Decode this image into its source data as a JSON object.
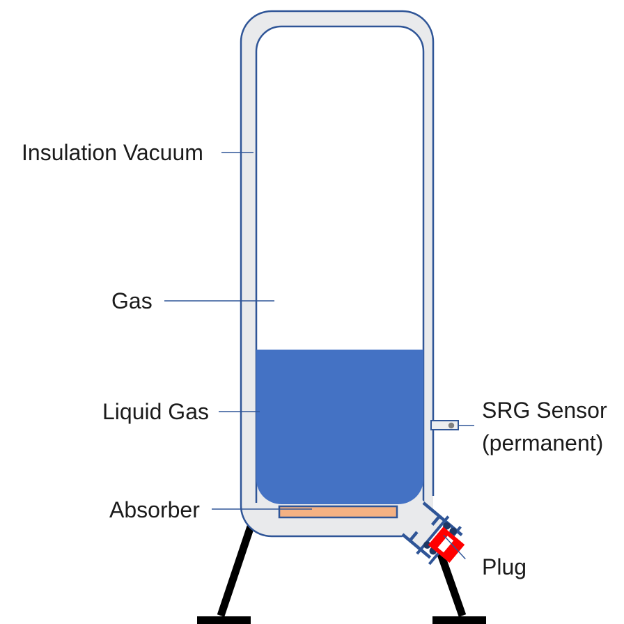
{
  "labels": {
    "insulation_vacuum": "Insulation Vacuum",
    "gas": "Gas",
    "liquid_gas": "Liquid Gas",
    "absorber": "Absorber",
    "srg_sensor": "SRG Sensor",
    "srg_sensor_note": "(permanent)",
    "plug": "Plug"
  },
  "colors": {
    "background": "#FFFFFF",
    "wall": "#2F5597",
    "insulation": "#E9EAEC",
    "liquid": "#4472C4",
    "absorber_fill": "#F4B183",
    "plug_red": "#FF0000",
    "bolt": "#1F3864",
    "leader": "#2F5597",
    "sensor_dot": "#808080",
    "sensor_fill": "#EDEEF0",
    "leg": "#000000",
    "text": "#1B1B1B"
  }
}
